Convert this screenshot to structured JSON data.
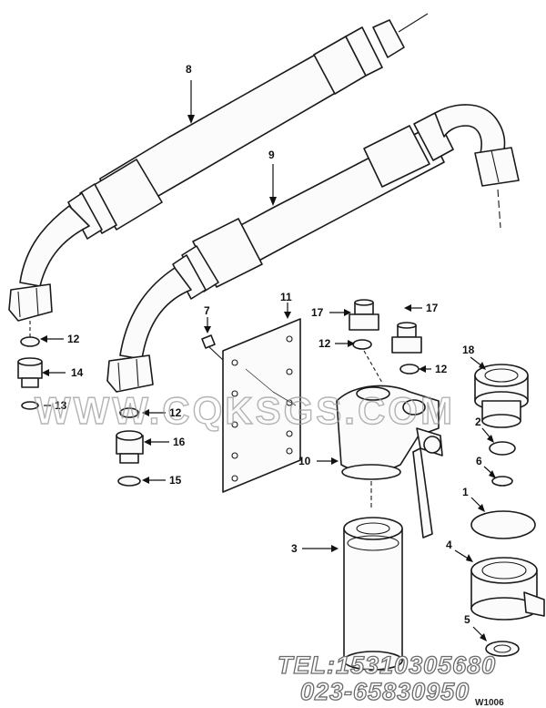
{
  "callouts": {
    "c1": "1",
    "c2": "2",
    "c3": "3",
    "c4": "4",
    "c5": "5",
    "c6": "6",
    "c7": "7",
    "c8": "8",
    "c9": "9",
    "c10": "10",
    "c11": "11",
    "c12a": "12",
    "c12b": "12",
    "c12c": "12",
    "c12d": "12",
    "c13": "13",
    "c14": "14",
    "c15": "15",
    "c16": "16",
    "c17a": "17",
    "c17b": "17",
    "c18": "18"
  },
  "watermark": "WWW.CQKSGS.COM",
  "contact": {
    "tel": "TEL:15310305680",
    "phone": "023-65830950"
  },
  "ref_id": "W1006"
}
